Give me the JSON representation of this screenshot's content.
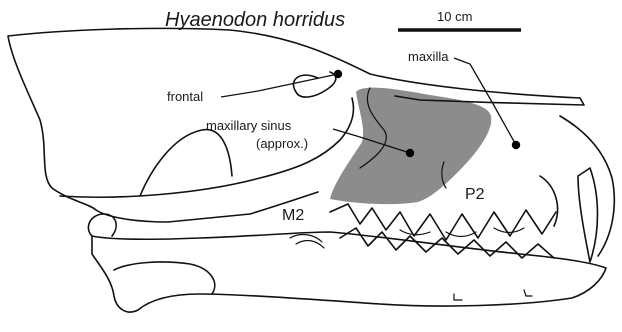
{
  "figure": {
    "title": "Hyaenodon horridus",
    "scale_bar_label": "10 cm",
    "labels": {
      "frontal": "frontal",
      "maxilla": "maxilla",
      "maxillary_sinus_line1": "maxillary sinus",
      "maxillary_sinus_line2": "(approx.)",
      "tooth_m2": "M2",
      "tooth_p2": "P2"
    },
    "colors": {
      "ink": "#111111",
      "sinus_fill": "#8c8c8c",
      "background": "#ffffff"
    }
  }
}
